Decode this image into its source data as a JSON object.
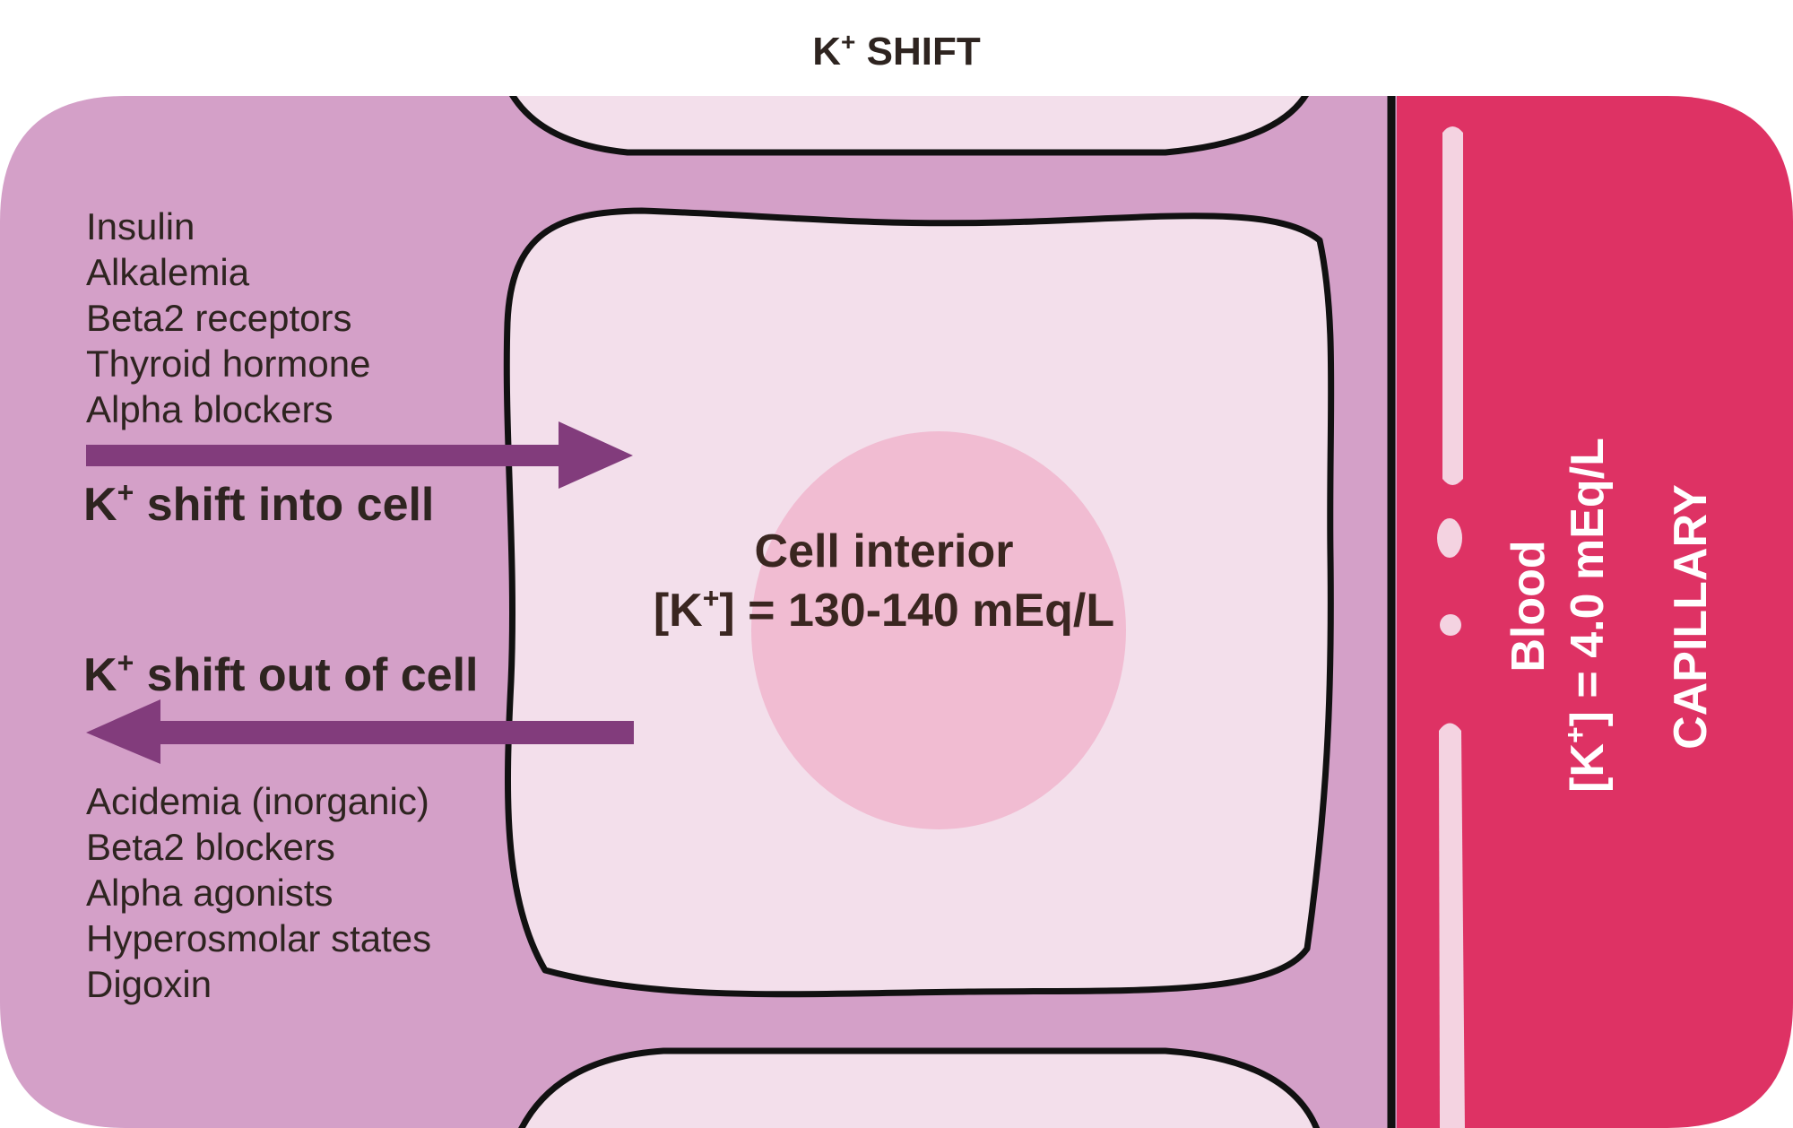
{
  "title": {
    "main": "K",
    "sup": "+",
    "rest": " SHIFT"
  },
  "into_cell": {
    "factors": [
      "Insulin",
      "Alkalemia",
      "Beta2 receptors",
      "Thyroid hormone",
      "Alpha blockers"
    ],
    "label_main": "K",
    "label_sup": "+",
    "label_rest": " shift into cell"
  },
  "out_of_cell": {
    "label_main": "K",
    "label_sup": "+",
    "label_rest": " shift out of cell",
    "factors": [
      "Acidemia (inorganic)",
      "Beta2 blockers",
      "Alpha agonists",
      "Hyperosmolar states",
      "Digoxin"
    ]
  },
  "cell": {
    "name": "Cell interior",
    "conc_open": "[K",
    "conc_sup": "+",
    "conc_rest": "] = 130-140 mEq/L"
  },
  "capillary": {
    "blood_label": "Blood",
    "conc_open": "[K",
    "conc_sup": "+",
    "conc_rest": "] = 4.0 mEq/L",
    "name": "CAPILLARY"
  },
  "colors": {
    "interstitial": "#d4a0c8",
    "cell_fill": "#f3dfeb",
    "nucleus": "#f1bcd2",
    "arrow": "#823c7c",
    "capillary": "#de3264",
    "capillary_marks": "#f4d3e1",
    "outline": "#111111",
    "text": "#2e2420"
  }
}
